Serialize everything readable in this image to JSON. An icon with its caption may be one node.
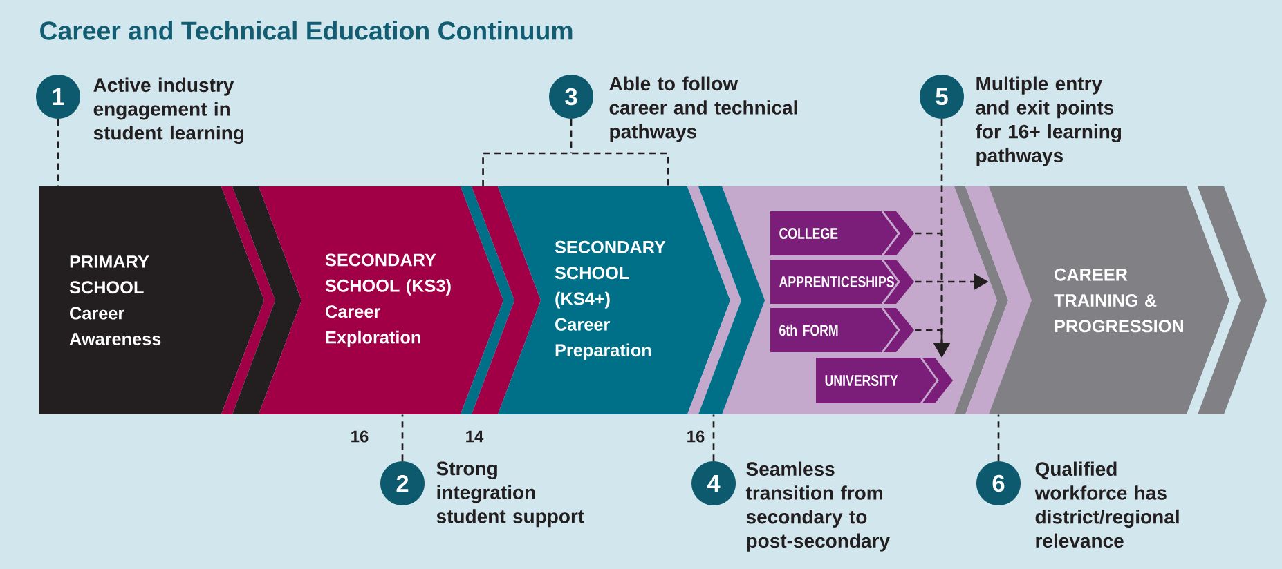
{
  "diagram": {
    "title": "Career and Technical Education Continuum",
    "nodes": [
      {
        "text": [
          "PRIMARY SCHOOL",
          "Career Awareness"
        ]
      },
      {
        "text": [
          "SECONDARY SCHOOL (KS3)",
          "Career Exploration"
        ]
      },
      {
        "text": [
          "SECONDARY SCHOOL (KS4+)",
          "Career Preparation"
        ]
      },
      {
        "text": [],
        "shape": "chevron"
      },
      {
        "text": [
          "COLLEGE"
        ],
        "in": 3
      },
      {
        "text": [
          "APPRENTICESHIPS"
        ],
        "in": 3
      },
      {
        "text": [
          "6th FORM"
        ],
        "in": 3
      },
      {
        "text": [
          "UNIVERSITY"
        ],
        "in": 3
      },
      {
        "text": [
          "CAREER TRAINING & PROGRESSION"
        ]
      },
      {
        "text": [
          "1"
        ],
        "beside": [
          "Active industry engagement in student learning"
        ]
      },
      {
        "text": [
          "2"
        ],
        "beside": [
          "Strong integration student support"
        ]
      },
      {
        "text": [
          "3"
        ],
        "beside": [
          "Able to follow career and technical pathways"
        ]
      },
      {
        "text": [
          "4"
        ],
        "beside": [
          "Seamless transition from secondary to post-secondary"
        ]
      },
      {
        "text": [
          "5"
        ],
        "beside": [
          "Multiple entry and exit points for 16+ learning pathways"
        ]
      },
      {
        "text": [
          "6"
        ],
        "beside": [
          "Qualified workforce has district/regional relevance"
        ]
      }
    ],
    "edges": [
      {
        "from": 9,
        "to": 0,
        "arrow": "none",
        "style": "dashed"
      },
      {
        "from": 10,
        "to": 1,
        "arrow": "none",
        "style": "dashed"
      },
      {
        "from": 11,
        "to": 2,
        "arrow": "none",
        "style": "dashed"
      },
      {
        "from": 12,
        "to": 3,
        "arrow": "none",
        "style": "dashed"
      },
      {
        "from": 13,
        "to": 7,
        "arrow": "to",
        "style": "dashed"
      },
      {
        "from": 4,
        "to": 7,
        "arrow": "to",
        "style": "dashed"
      },
      {
        "from": 6,
        "to": 7,
        "arrow": "to",
        "style": "dashed"
      },
      {
        "from": 5,
        "to": 8,
        "arrow": "to",
        "style": "dashed"
      },
      {
        "from": 14,
        "to": 8,
        "arrow": "none",
        "style": "dashed"
      },
      {
        "from": 11,
        "to": 1,
        "arrow": "none",
        "style": "dashed"
      }
    ],
    "labels": [
      "16",
      "14",
      "16"
    ]
  }
}
